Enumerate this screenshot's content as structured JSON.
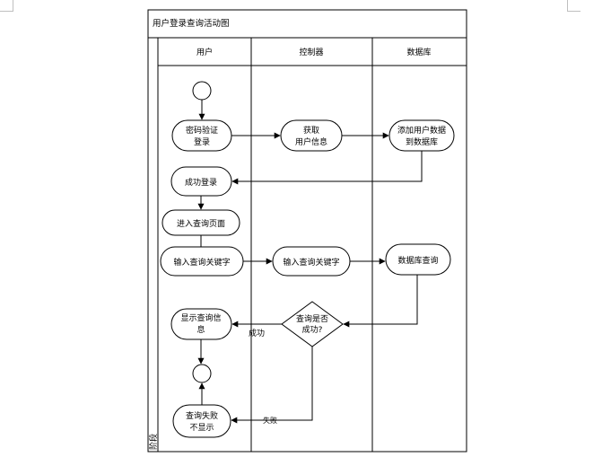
{
  "title": "用户登录查询活动图",
  "stage_label": "阶段",
  "lanes": {
    "user": "用户",
    "controller": "控制器",
    "database": "数据库"
  },
  "nodes": {
    "password_verify": [
      "密码验证",
      "登录"
    ],
    "get_user_info": [
      "获取",
      "用户信息"
    ],
    "add_user_data": [
      "添加用户数据",
      "到数据库"
    ],
    "login_success": "成功登录",
    "enter_query_page": "进入查询页面",
    "input_keyword_user": "输入查询关键字",
    "input_keyword_controller": "输入查询关键字",
    "db_query": "数据库查询",
    "query_success_decision": [
      "查询是否",
      "成功?"
    ],
    "show_query_info": [
      "显示查询信",
      "息"
    ],
    "query_fail_hide": [
      "查询失败",
      "不显示"
    ]
  },
  "guards": {
    "success": "成功",
    "fail": "失败"
  }
}
